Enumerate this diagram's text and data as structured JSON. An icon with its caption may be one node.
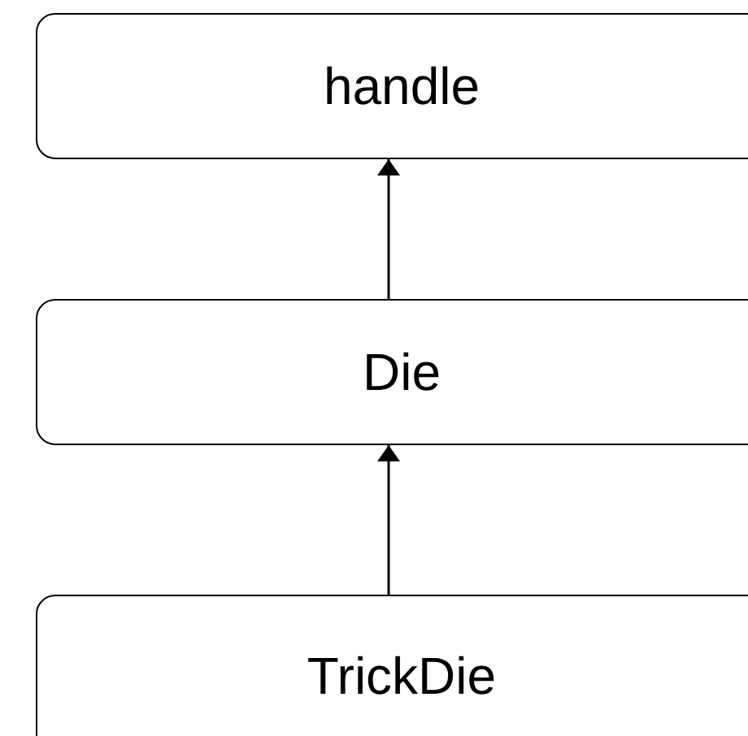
{
  "diagram": {
    "nodes": [
      {
        "text": [
          "handle"
        ]
      },
      {
        "text": [
          "Die"
        ]
      },
      {
        "text": [
          "TrickDie"
        ]
      }
    ],
    "edges": [
      {
        "from": 1,
        "to": 0,
        "arrow": "to"
      },
      {
        "from": 2,
        "to": 1,
        "arrow": "to"
      }
    ]
  }
}
